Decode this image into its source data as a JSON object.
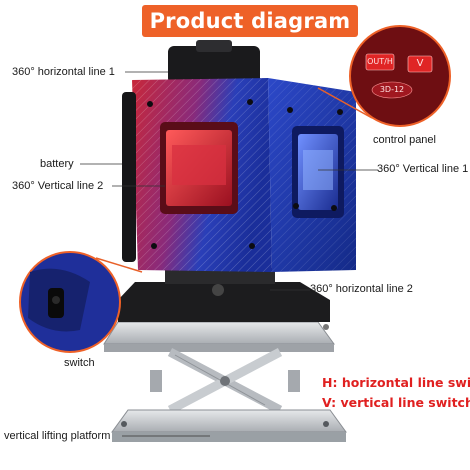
{
  "title": "Product diagram",
  "labels": {
    "horizontal_line_1": "360° horizontal line 1",
    "control_panel": "control panel",
    "battery": "battery",
    "vertical_line_1": "360° Vertical line 1",
    "vertical_line_2": "360° Vertical line 2",
    "horizontal_line_2": "360° horizontal line 2",
    "switch": "switch",
    "lifting_platform": "vertical lifting platform"
  },
  "legend": {
    "h_key": "H",
    "h_text": ": horizontal line switch",
    "v_key": "V",
    "v_text": ": vertical line switch"
  },
  "control_panel_buttons": {
    "button_1": "OUT/H",
    "button_2": "V",
    "model": "3D-12"
  },
  "colors": {
    "banner": "#ee6128",
    "legend_text": "#e02020",
    "device_blue": "#1f3fb0",
    "device_red": "#c8283a",
    "leader_line": "#e8612a"
  }
}
